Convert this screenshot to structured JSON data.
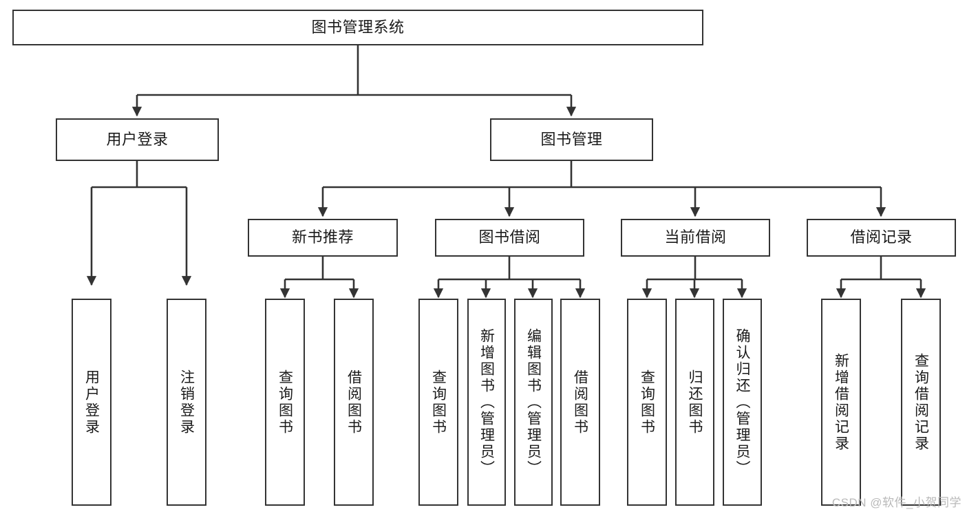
{
  "diagram": {
    "type": "tree-hierarchy",
    "title": "图书管理系统",
    "root": {
      "id": "root",
      "label": "图书管理系统",
      "orientation": "horizontal"
    },
    "level2": [
      {
        "id": "user-login",
        "label": "用户登录",
        "orientation": "horizontal"
      },
      {
        "id": "book-manage",
        "label": "图书管理",
        "orientation": "horizontal"
      }
    ],
    "level3": [
      {
        "id": "new-book-recommend",
        "label": "新书推荐",
        "orientation": "horizontal",
        "parent": "book-manage"
      },
      {
        "id": "book-borrow",
        "label": "图书借阅",
        "orientation": "horizontal",
        "parent": "book-manage"
      },
      {
        "id": "current-borrow",
        "label": "当前借阅",
        "orientation": "horizontal",
        "parent": "book-manage"
      },
      {
        "id": "borrow-record",
        "label": "借阅记录",
        "orientation": "horizontal",
        "parent": "book-manage"
      }
    ],
    "leaves": [
      {
        "id": "leaf-user-login",
        "label": "用户登录",
        "orientation": "vertical",
        "parent": "user-login"
      },
      {
        "id": "leaf-logout-login",
        "label": "注销登录",
        "orientation": "vertical",
        "parent": "user-login"
      },
      {
        "id": "leaf-query-book-1",
        "label": "查询图书",
        "orientation": "vertical",
        "parent": "new-book-recommend"
      },
      {
        "id": "leaf-borrow-book-1",
        "label": "借阅图书",
        "orientation": "vertical",
        "parent": "new-book-recommend"
      },
      {
        "id": "leaf-query-book-2",
        "label": "查询图书",
        "orientation": "vertical",
        "parent": "book-borrow"
      },
      {
        "id": "leaf-add-book",
        "label": "新增图书（管理员）",
        "orientation": "vertical",
        "parent": "book-borrow"
      },
      {
        "id": "leaf-edit-book",
        "label": "编辑图书（管理员）",
        "orientation": "vertical",
        "parent": "book-borrow"
      },
      {
        "id": "leaf-borrow-book-2",
        "label": "借阅图书",
        "orientation": "vertical",
        "parent": "book-borrow"
      },
      {
        "id": "leaf-query-book-3",
        "label": "查询图书",
        "orientation": "vertical",
        "parent": "current-borrow"
      },
      {
        "id": "leaf-return-book",
        "label": "归还图书",
        "orientation": "vertical",
        "parent": "current-borrow"
      },
      {
        "id": "leaf-confirm-return",
        "label": "确认归还（管理员）",
        "orientation": "vertical",
        "parent": "current-borrow"
      },
      {
        "id": "leaf-add-record",
        "label": "新增借阅记录",
        "orientation": "vertical",
        "parent": "borrow-record"
      },
      {
        "id": "leaf-query-record",
        "label": "查询借阅记录",
        "orientation": "vertical",
        "parent": "borrow-record"
      }
    ],
    "colors": {
      "stroke": "#333333",
      "fill": "#ffffff",
      "text": "#1a1a1a",
      "watermark": "#b9b9b9"
    }
  },
  "watermark": {
    "text": "CSDN @软件_小贺同学"
  }
}
